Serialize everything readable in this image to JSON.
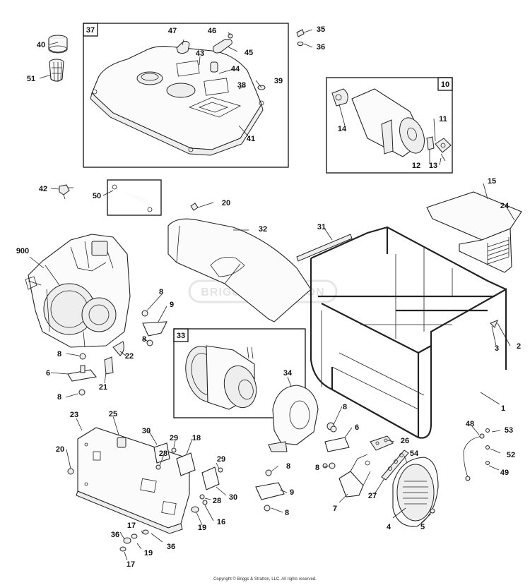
{
  "callouts": {
    "c1": "1",
    "c2": "2",
    "c3": "3",
    "c4": "4",
    "c5": "5",
    "c6a": "6",
    "c6b": "6",
    "c7": "7",
    "c8a": "8",
    "c8b": "8",
    "c8c": "8",
    "c8d": "8",
    "c8e": "8",
    "c8f": "8",
    "c8g": "8",
    "c8h": "8",
    "c9a": "9",
    "c9b": "9",
    "c11": "11",
    "c12": "12",
    "c13": "13",
    "c14": "14",
    "c15": "15",
    "c16": "16",
    "c17a": "17",
    "c17b": "17",
    "c18": "18",
    "c19a": "19",
    "c19b": "19",
    "c20a": "20",
    "c20b": "20",
    "c21": "21",
    "c22": "22",
    "c23": "23",
    "c24": "24",
    "c25": "25",
    "c26": "26",
    "c27": "27",
    "c28a": "28",
    "c28b": "28",
    "c29a": "29",
    "c29b": "29",
    "c30a": "30",
    "c30b": "30",
    "c31": "31",
    "c32": "32",
    "c34": "34",
    "c35": "35",
    "c36a": "36",
    "c36b": "36",
    "c36c": "36",
    "c38": "38",
    "c39": "39",
    "c40": "40",
    "c41": "41",
    "c42": "42",
    "c43": "43",
    "c44": "44",
    "c45": "45",
    "c46": "46",
    "c47": "47",
    "c48": "48",
    "c49": "49",
    "c50": "50",
    "c51": "51",
    "c52": "52",
    "c53": "53",
    "c54": "54",
    "c900": "900"
  },
  "box_labels": {
    "b37": "37",
    "b10": "10",
    "b33": "33"
  },
  "watermark": "BRIGGS&STRATTON",
  "copyright": "Copyright © Briggs & Stratton, LLC. All rights reserved."
}
